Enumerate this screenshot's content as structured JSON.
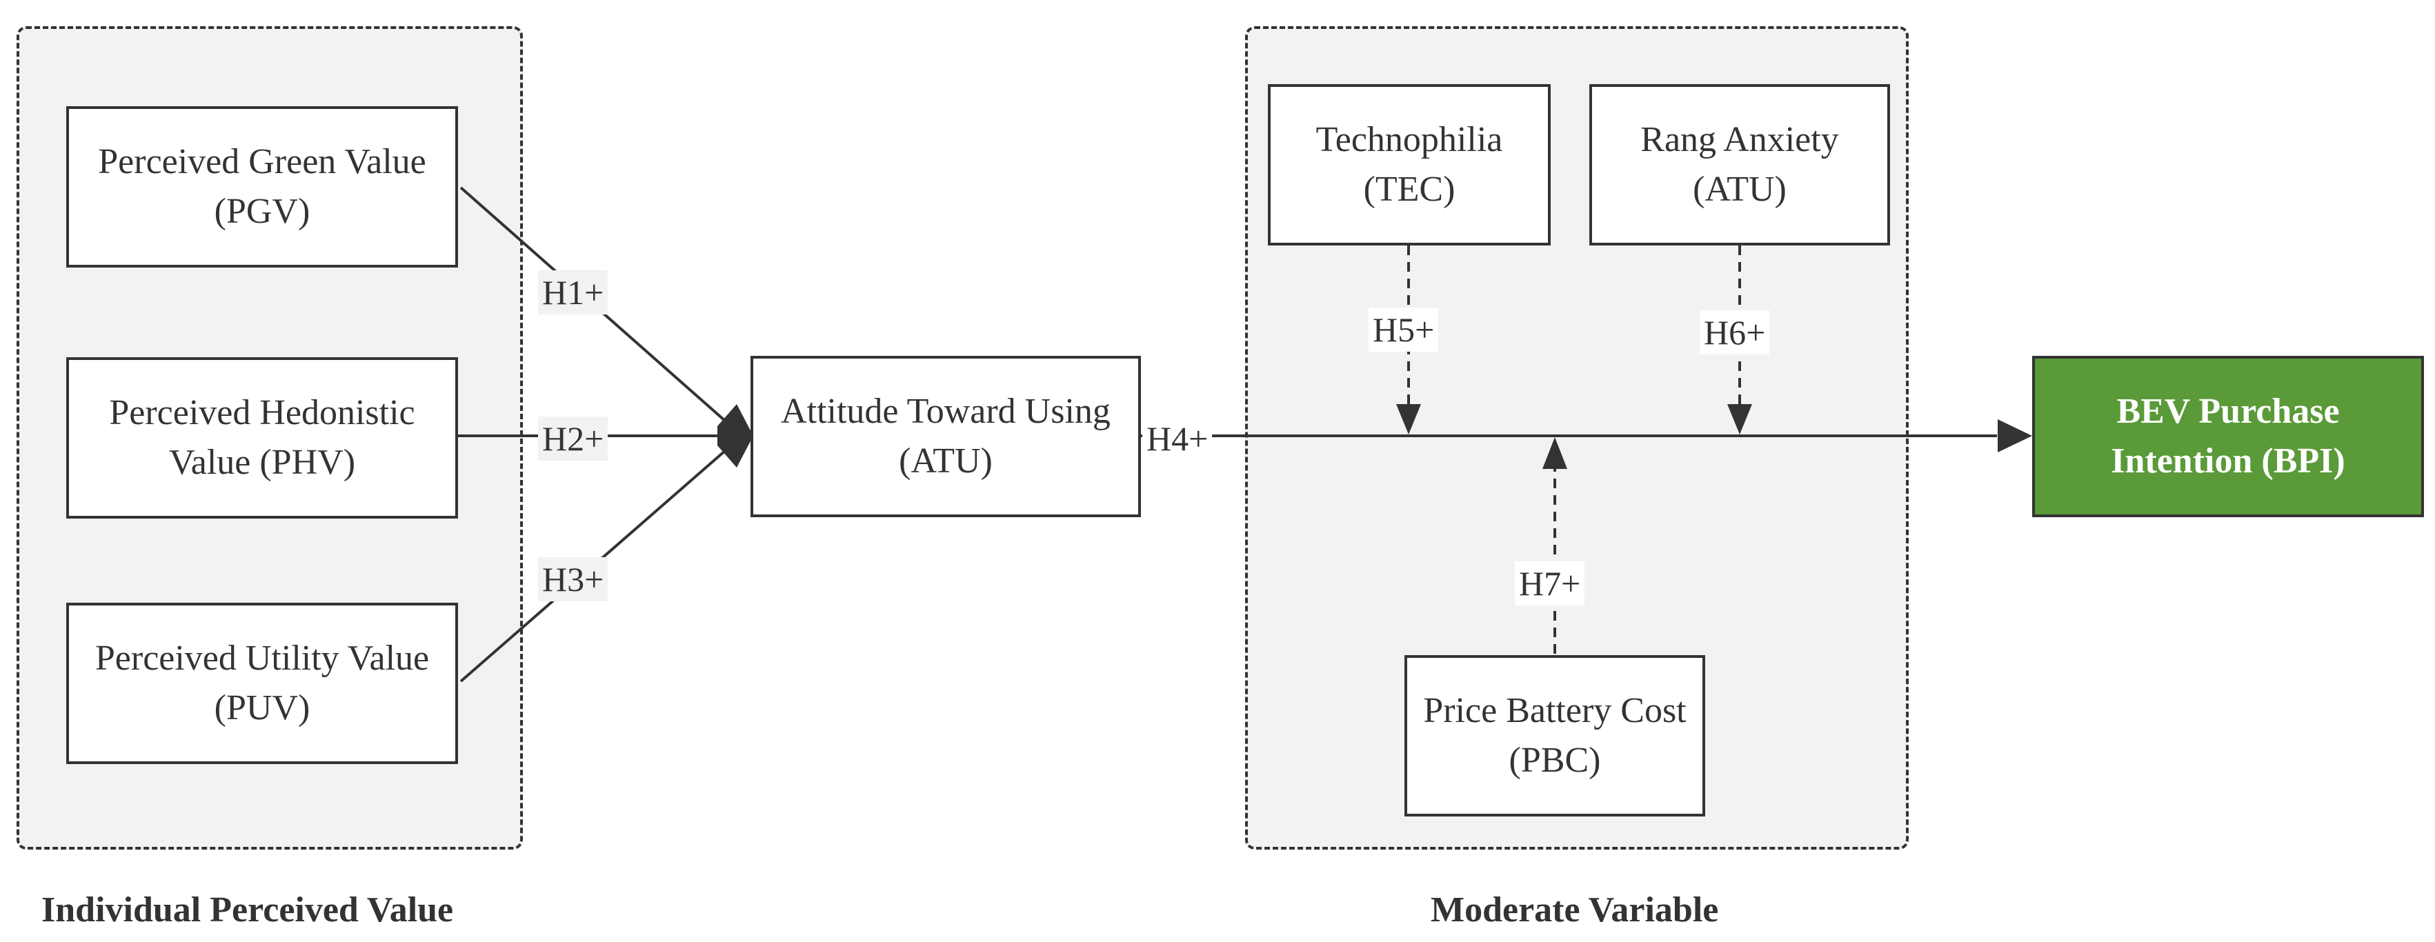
{
  "groups": {
    "left_title": "Individual Perceived Value",
    "right_title": "Moderate Variable"
  },
  "nodes": {
    "pgv": "Perceived Green Value (PGV)",
    "phv": "Perceived Hedonistic Value (PHV)",
    "puv": "Perceived Utility Value (PUV)",
    "atu": "Attitude Toward Using (ATU)",
    "tec": "Technophilia (TEC)",
    "ran": "Rang Anxiety (ATU)",
    "pbc": "Price Battery Cost (PBC)",
    "bpi": "BEV Purchase Intention (BPI)"
  },
  "edges": {
    "h1": "H1+",
    "h2": "H2+",
    "h3": "H3+",
    "h4": "H4+",
    "h5": "H5+",
    "h6": "H6+",
    "h7": "H7+"
  },
  "colors": {
    "target_fill": "#5a9a38",
    "group_fill": "#f2f2f2",
    "stroke": "#333333"
  }
}
